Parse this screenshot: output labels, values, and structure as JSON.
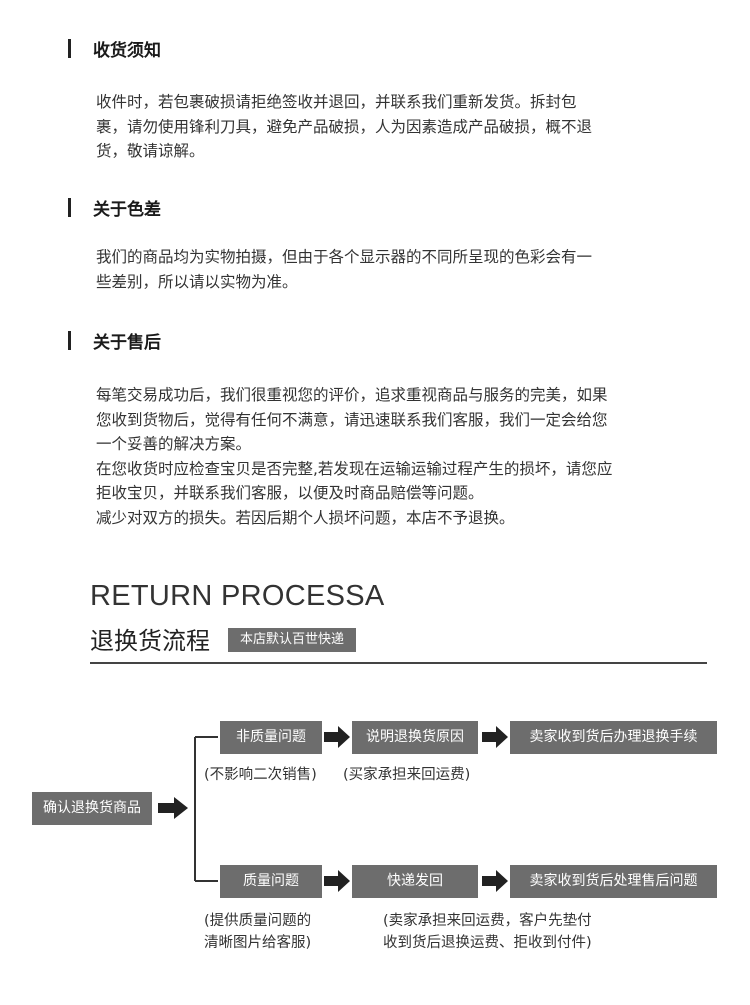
{
  "sections": [
    {
      "title": "收货须知",
      "lines": [
        "收件时，若包裹破损请拒绝签收并退回，并联系我们重新发货。拆封包",
        "裹，请勿使用锋利刀具，避免产品破损，人为因素造成产品破损，概不退",
        "货，敬请谅解。"
      ]
    },
    {
      "title": "关于色差",
      "lines": [
        "我们的商品均为实物拍摄，但由于各个显示器的不同所呈现的色彩会有一",
        "些差别，所以请以实物为准。"
      ]
    },
    {
      "title": "关于售后",
      "lines": [
        "每笔交易成功后，我们很重视您的评价，追求重视商品与服务的完美，如果",
        "您收到货物后，觉得有任何不满意，请迅速联系我们客服，我们一定会给您",
        "一个妥善的解决方案。",
        "在您收货时应检查宝贝是否完整,若发现在运输运输过程产生的损坏，请您应",
        "拒收宝贝，并联系我们客服，以便及时商品赔偿等问题。",
        "减少对双方的损失。若因后期个人损坏问题，本店不予退换。"
      ]
    }
  ],
  "process": {
    "title_en": "RETURN PROCESSA",
    "title_cn": "退换货流程",
    "tag": "本店默认百世快递",
    "start": "确认退换货商品",
    "non_quality": {
      "step1": "非质量问题",
      "step2": "说明退换货原因",
      "step3": "卖家收到货后办理退换手续",
      "note1": "(不影响二次销售)",
      "note2": "(买家承担来回运费)"
    },
    "quality": {
      "step1": "质量问题",
      "step2": "快递发回",
      "step3": "卖家收到货后处理售后问题",
      "note1_lines": [
        "(提供质量问题的",
        "清晰图片给客服)"
      ],
      "note2_lines": [
        "(卖家承担来回运费，客户先垫付",
        "收到货后退换运费、拒收到付件)"
      ]
    }
  }
}
